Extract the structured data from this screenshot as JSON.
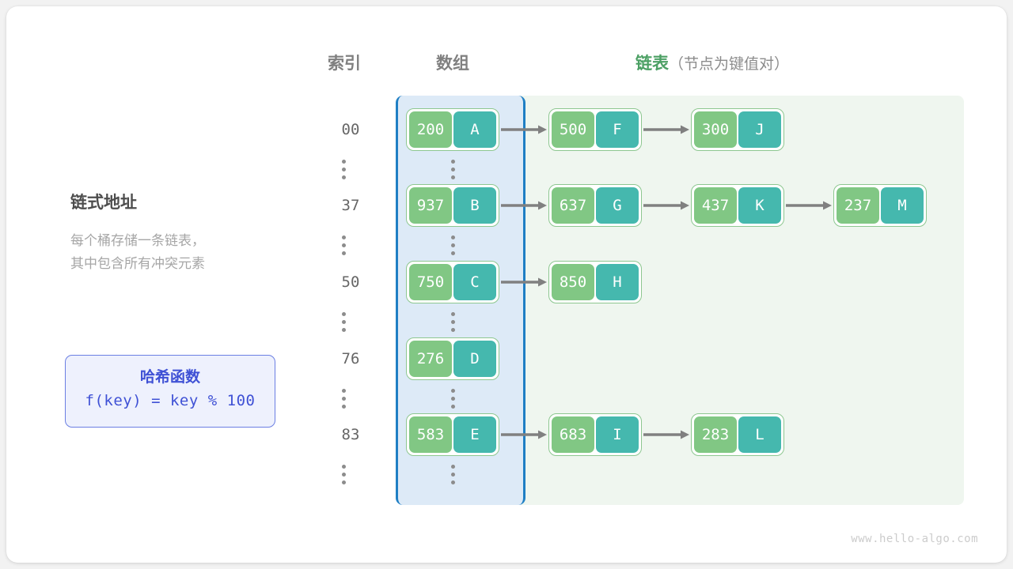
{
  "diagram": {
    "title": "链式地址",
    "description": "每个桶存储一条链表，\n其中包含所有冲突元素",
    "footer": "www.hello-algo.com",
    "headers": {
      "index": "索引",
      "array": "数组",
      "linked_list_main": "链表",
      "linked_list_sub": "（节点为键值对）"
    },
    "hash_box": {
      "title": "哈希函数",
      "formula": "f(key) = key % 100"
    },
    "colors": {
      "key_cell": "#81c784",
      "value_cell": "#45b8ae",
      "node_border": "#8dc790",
      "array_panel_bg": "#ddeaf7",
      "array_panel_border": "#1f7fc4",
      "linked_panel_bg": "#eff6ef",
      "arrow": "#808080",
      "header_text": "#808080",
      "linked_header_text": "#4ca064",
      "hash_accent": "#3f51d5"
    },
    "ellipsis_glyph": "vertical-ellipsis"
  },
  "buckets": [
    {
      "index": "00",
      "nodes": [
        {
          "key": "200",
          "value": "A",
          "in_array": true
        },
        {
          "key": "500",
          "value": "F",
          "in_array": false
        },
        {
          "key": "300",
          "value": "J",
          "in_array": false
        }
      ]
    },
    {
      "index": "37",
      "nodes": [
        {
          "key": "937",
          "value": "B",
          "in_array": true
        },
        {
          "key": "637",
          "value": "G",
          "in_array": false
        },
        {
          "key": "437",
          "value": "K",
          "in_array": false
        },
        {
          "key": "237",
          "value": "M",
          "in_array": false
        }
      ]
    },
    {
      "index": "50",
      "nodes": [
        {
          "key": "750",
          "value": "C",
          "in_array": true
        },
        {
          "key": "850",
          "value": "H",
          "in_array": false
        }
      ]
    },
    {
      "index": "76",
      "nodes": [
        {
          "key": "276",
          "value": "D",
          "in_array": true
        }
      ]
    },
    {
      "index": "83",
      "nodes": [
        {
          "key": "583",
          "value": "E",
          "in_array": true
        },
        {
          "key": "683",
          "value": "I",
          "in_array": false
        },
        {
          "key": "283",
          "value": "L",
          "in_array": false
        }
      ]
    }
  ]
}
